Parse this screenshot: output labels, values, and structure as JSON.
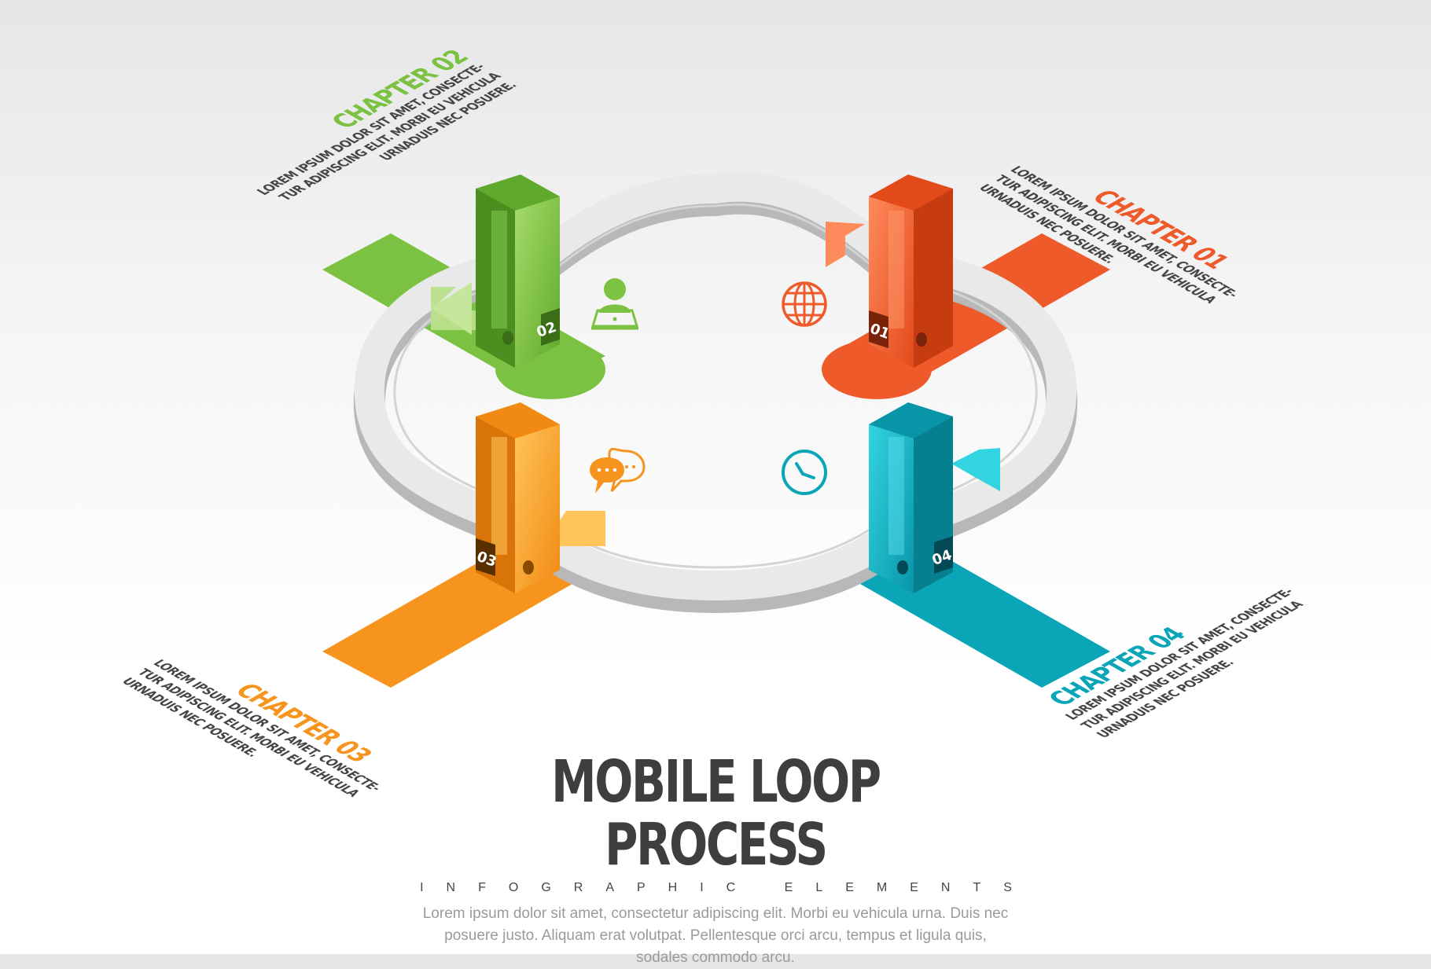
{
  "title": "MOBILE LOOP PROCESS",
  "subtitle": "INFOGRAPHIC ELEMENTS",
  "description": "Lorem ipsum dolor sit amet, consectetur adipiscing elit. Morbi eu vehicula urna. Duis nec posuere justo. Aliquam erat volutpat. Pellentesque orci arcu, tempus et ligula quis, sodales commodo arcu.",
  "chapters": [
    {
      "id": "01",
      "title": "CHAPTER 01",
      "color": "#ef5a2a",
      "icon": "globe-icon",
      "lines": [
        "LOREM IPSUM DOLOR SIT AMET, CONSECTE-",
        "TUR ADIPISCING ELIT. MORBI EU VEHICULA",
        "URNADUIS NEC POSUERE."
      ]
    },
    {
      "id": "02",
      "title": "CHAPTER 02",
      "color": "#7cc242",
      "icon": "user-laptop-icon",
      "lines": [
        "LOREM IPSUM DOLOR SIT AMET, CONSECTE-",
        "TUR ADIPISCING ELIT. MORBI EU VEHICULA",
        "URNADUIS NEC POSUERE."
      ]
    },
    {
      "id": "03",
      "title": "CHAPTER 03",
      "color": "#f7941d",
      "icon": "chat-bubbles-icon",
      "lines": [
        "LOREM IPSUM DOLOR SIT AMET, CONSECTE-",
        "TUR ADIPISCING ELIT. MORBI EU VEHICULA",
        "URNADUIS NEC POSUERE."
      ]
    },
    {
      "id": "04",
      "title": "CHAPTER 04",
      "color": "#0aa5b7",
      "icon": "clock-icon",
      "lines": [
        "LOREM IPSUM DOLOR SIT AMET, CONSECTE-",
        "TUR ADIPISCING ELIT. MORBI EU VEHICULA",
        "URNADUIS NEC POSUERE."
      ]
    }
  ]
}
